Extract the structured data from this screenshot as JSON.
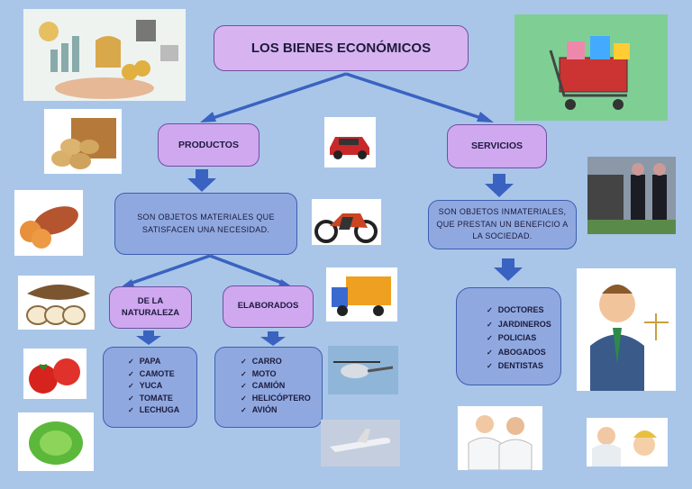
{
  "title": "LOS BIENES ECONÓMICOS",
  "productos": {
    "label": "PRODUCTOS",
    "description_line1": "SON OBJETOS MATERIALES QUE",
    "description_line2": "SATISFACEN UNA NECESIDAD.",
    "naturaleza": {
      "label_line1": "DE LA",
      "label_line2": "NATURALEZA",
      "items": [
        "PAPA",
        "CAMOTE",
        "YUCA",
        "TOMATE",
        "LECHUGA"
      ]
    },
    "elaborados": {
      "label": "ELABORADOS",
      "items": [
        "CARRO",
        "MOTO",
        "CAMIÓN",
        "HELICÓPTERO",
        "AVIÓN"
      ]
    }
  },
  "servicios": {
    "label": "SERVICIOS",
    "description_line1": "SON OBJETOS INMATERIALES,",
    "description_line2": "QUE PRESTAN UN BENEFICIO A",
    "description_line3": "LA SOCIEDAD.",
    "items": [
      "DOCTORES",
      "JARDINEROS",
      "POLICIAS",
      "ABOGADOS",
      "DENTISTAS"
    ]
  },
  "colors": {
    "background": "#a9c6e9",
    "label_fill": "#cfa8f0",
    "box_fill": "#8fa9e0",
    "arrow": "#3a62c0"
  }
}
